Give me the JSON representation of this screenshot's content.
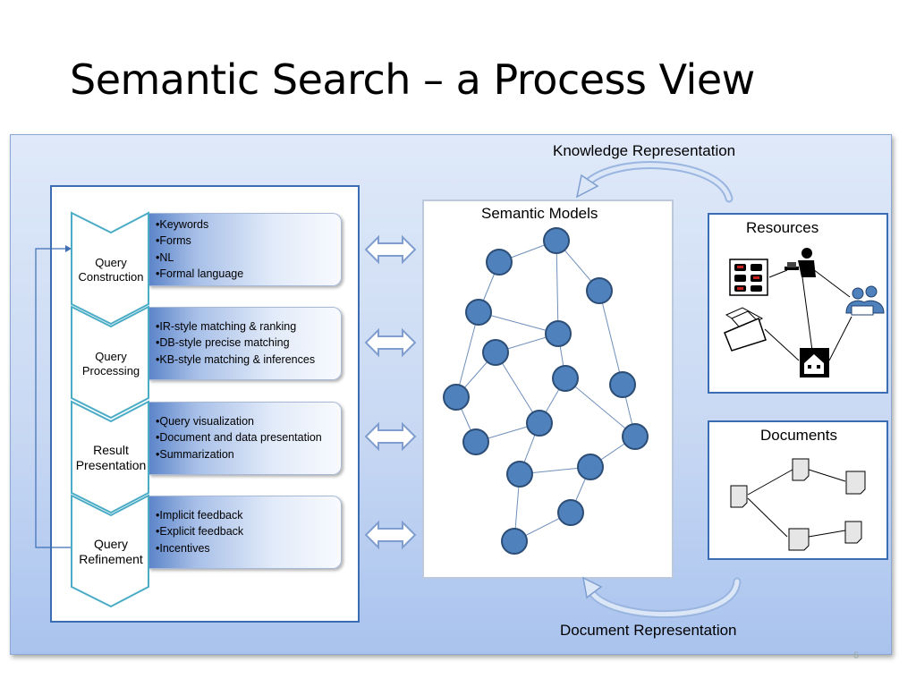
{
  "slide": {
    "title": "Semantic Search –  a Process View",
    "page_number": "6"
  },
  "labels": {
    "knowledge_representation": "Knowledge Representation",
    "document_representation": "Document Representation",
    "semantic_models": "Semantic Models",
    "resources": "Resources",
    "documents": "Documents"
  },
  "stages": [
    {
      "name_lines": [
        "Query",
        "Construction"
      ],
      "bullets": [
        "•Keywords",
        "•Forms",
        "•NL",
        "•Formal language"
      ]
    },
    {
      "name_lines": [
        "Query",
        "Processing"
      ],
      "bullets": [
        "•IR-style matching & ranking",
        "•DB-style precise matching",
        "•KB-style matching & inferences"
      ]
    },
    {
      "name_lines": [
        "Result",
        "Presentation"
      ],
      "bullets": [
        "•Query visualization",
        "•Document and data presentation",
        "•Summarization"
      ]
    },
    {
      "name_lines": [
        "Query",
        "Refinement"
      ],
      "bullets": [
        "•Implicit feedback",
        "•Explicit feedback",
        "•Incentives"
      ]
    }
  ],
  "colors": {
    "node_fill": "#4f81bd",
    "node_stroke": "#2c4d75",
    "chevron_stroke": "#4bacc6",
    "box_border": "#3b6db2"
  },
  "icons": {
    "resources": [
      "cars-icon",
      "person-at-computer-icon",
      "people-meeting-icon",
      "folder-documents-icon",
      "house-icon"
    ],
    "documents": [
      "document-icon"
    ]
  }
}
